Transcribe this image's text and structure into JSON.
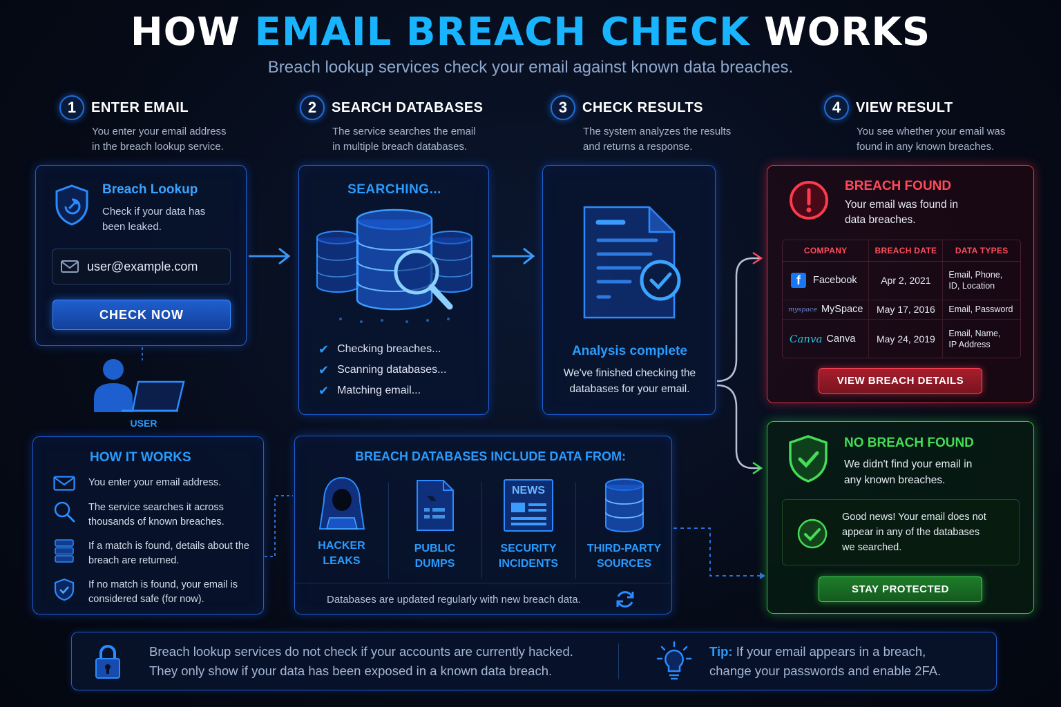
{
  "header": {
    "title_pre": "HOW ",
    "title_highlight": "EMAIL BREACH CHECK",
    "title_post": " WORKS",
    "subtitle": "Breach lookup services check your email against known data breaches."
  },
  "steps": [
    {
      "num": "1",
      "title": "ENTER EMAIL",
      "desc": "You enter your email address\nin the breach lookup service."
    },
    {
      "num": "2",
      "title": "SEARCH DATABASES",
      "desc": "The service searches the email\nin multiple breach databases."
    },
    {
      "num": "3",
      "title": "CHECK RESULTS",
      "desc": "The system analyzes the results\nand returns a response."
    },
    {
      "num": "4",
      "title": "VIEW RESULT",
      "desc": "You see whether your email was\nfound in any known breaches."
    }
  ],
  "lookup": {
    "title": "Breach Lookup",
    "desc_line1": "Check if your data has",
    "desc_line2": "been leaked.",
    "email": "user@example.com",
    "button": "CHECK NOW",
    "user_label": "USER"
  },
  "searching": {
    "title": "SEARCHING...",
    "items": [
      "Checking breaches...",
      "Scanning databases...",
      "Matching email..."
    ]
  },
  "analysis": {
    "title": "Analysis complete",
    "desc_line1": "We've finished checking the",
    "desc_line2": "databases for your email."
  },
  "breach_found": {
    "title": "BREACH FOUND",
    "desc_line1": "Your email was found in",
    "desc_line2": "data breaches.",
    "columns": [
      "COMPANY",
      "BREACH DATE",
      "DATA TYPES"
    ],
    "rows": [
      {
        "logo": "f",
        "company": "Facebook",
        "date": "Apr 2, 2021",
        "types_line1": "Email, Phone,",
        "types_line2": "ID, Location"
      },
      {
        "logo": "myspace",
        "company": "MySpace",
        "date": "May 17, 2016",
        "types_line1": "Email, Password",
        "types_line2": ""
      },
      {
        "logo": "Canva",
        "company": "Canva",
        "date": "May 24, 2019",
        "types_line1": "Email, Name,",
        "types_line2": "IP Address"
      }
    ],
    "button": "VIEW BREACH DETAILS"
  },
  "no_breach": {
    "title": "NO BREACH FOUND",
    "desc_line1": "We didn't find your email in",
    "desc_line2": "any known breaches.",
    "message": "Good news! Your email does not\nappear in any of the databases\nwe searched.",
    "button": "STAY PROTECTED"
  },
  "how_it_works": {
    "title": "HOW IT WORKS",
    "items": [
      {
        "icon": "envelope-icon",
        "text": "You enter your email address."
      },
      {
        "icon": "search-icon",
        "text": "The service searches it across\nthousands of known breaches."
      },
      {
        "icon": "server-icon",
        "text": "If a match is found, details about the\nbreach are returned."
      },
      {
        "icon": "shield-check-icon",
        "text": "If no match is found, your email is\nconsidered safe (for now)."
      }
    ]
  },
  "sources": {
    "title": "BREACH DATABASES INCLUDE DATA FROM:",
    "items": [
      {
        "icon": "hacker-icon",
        "label": "HACKER\nLEAKS"
      },
      {
        "icon": "document-icon",
        "label": "PUBLIC\nDUMPS"
      },
      {
        "icon": "news-icon",
        "label": "SECURITY\nINCIDENTS",
        "badge": "NEWS"
      },
      {
        "icon": "database-icon",
        "label": "THIRD-PARTY\nSOURCES"
      }
    ],
    "footer": "Databases are updated regularly with new breach data."
  },
  "bottom": {
    "note": "Breach lookup services do not check if your accounts are currently hacked.\nThey only show if your data has been exposed in a known data breach.",
    "tip_label": "Tip:",
    "tip_line1": " If your email appears in a breach,",
    "tip_line2": "change your passwords and enable 2FA."
  },
  "colors": {
    "accent_blue": "#19b4ff",
    "panel_blue": "#1d5fd0",
    "breach_red": "#e03545",
    "safe_green": "#33c23f"
  }
}
